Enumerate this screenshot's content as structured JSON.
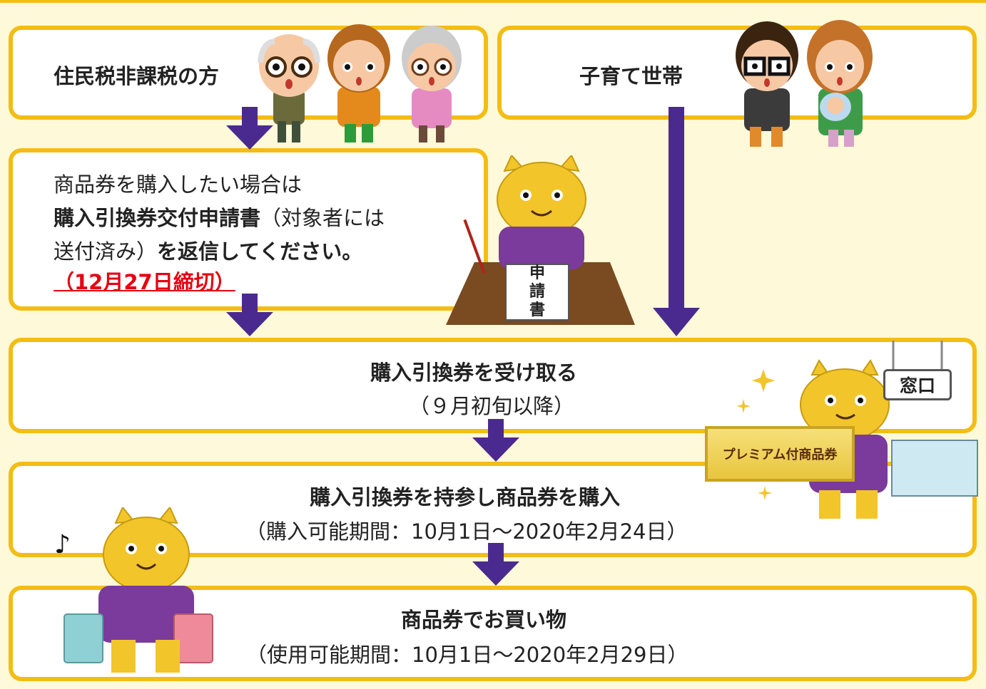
{
  "colors": {
    "background": "#fef9d8",
    "box_border": "#f3bd14",
    "arrow": "#4b2a8f",
    "deadline": "#e60012",
    "cat": "#f2c52a",
    "kimono": "#7a3b9c"
  },
  "groups": {
    "left_label": "住民税非課税の方",
    "right_label": "子育て世帯"
  },
  "step_apply": {
    "line1": "商品券を購入したい場合は",
    "line2_bold": "購入引換券交付申請書",
    "line2_rest": "（対象者には",
    "line3_normal": "送付済み）",
    "line3_bold": "を返信してください。",
    "deadline": "（12月27日締切）",
    "desk_paper": [
      "申",
      "請",
      "書"
    ]
  },
  "step_receive": {
    "title": "購入引換券を受け取る",
    "sub": "（９月初旬以降）",
    "sign": "窓口"
  },
  "step_buy": {
    "title": "購入引換券を持参し商品券を購入",
    "sub": "（購入可能期間：10月1日～2020年2月24日）",
    "ticket": "プレミアム付商品券"
  },
  "step_shop": {
    "title": "商品券でお買い物",
    "sub": "（使用可能期間：10月1日～2020年2月29日）",
    "note_glyph": "♪"
  }
}
